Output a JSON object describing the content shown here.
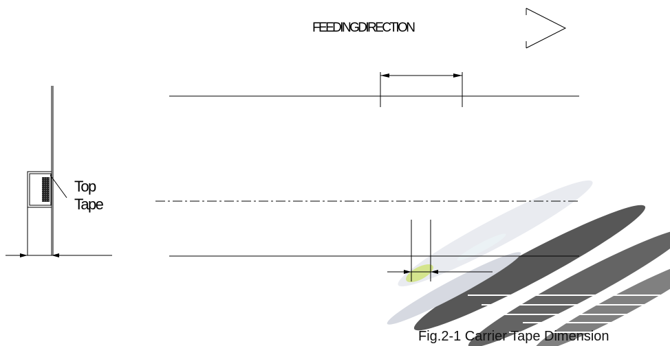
{
  "diagram": {
    "feeding_direction_label": "FEEDINGDIRECTION",
    "top_tape_label_line1": "Top",
    "top_tape_label_line2": "Tape",
    "caption": "Fig.2-1 Carrier Tape Dimension"
  },
  "colors": {
    "line": "#000000",
    "background": "#ffffff",
    "watermark": "#2f2f2f"
  }
}
